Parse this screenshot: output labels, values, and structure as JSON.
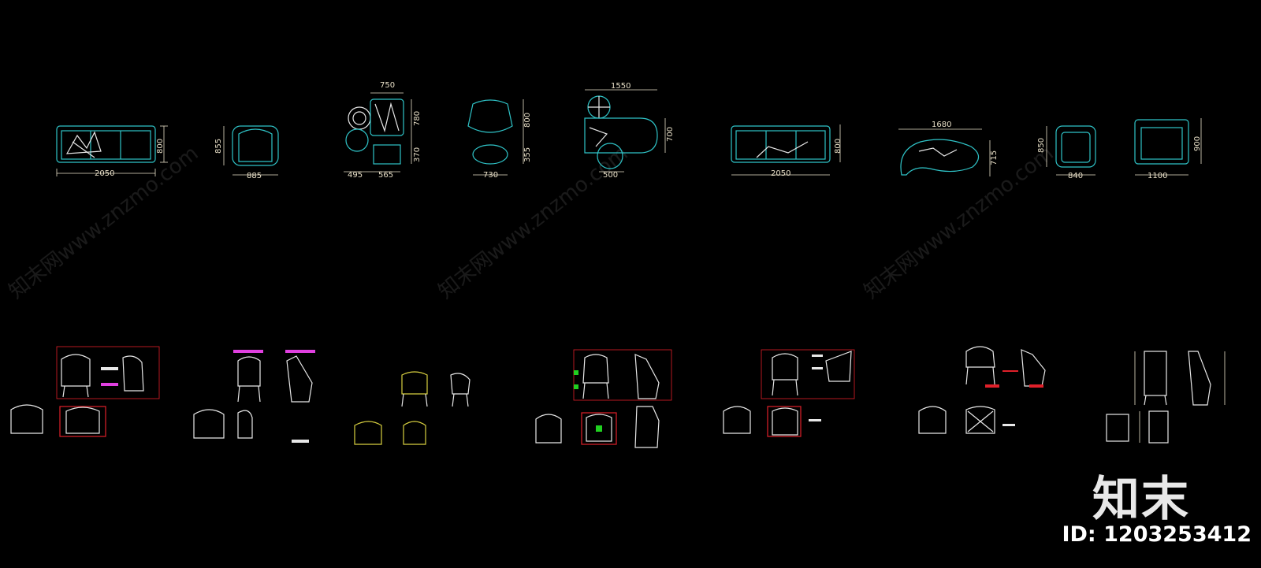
{
  "colors": {
    "background": "#000000",
    "cyan": "#2fc4c8",
    "dim": "#e9e0c8",
    "white": "#e8e8e8",
    "red": "#e0202a",
    "magenta": "#e040e0",
    "green": "#20d020",
    "yellow": "#d8d040"
  },
  "watermark_text": "知末网www.znzmo.com",
  "brand": {
    "logo_text": "知末",
    "id_label": "ID: 1203253412"
  },
  "dimensions": {
    "sofa1_width": "2050",
    "sofa1_depth": "800",
    "armchair_height": "855",
    "armchair_width": "885",
    "group3_top": "750",
    "group3_side1": "780",
    "group3_side2": "370",
    "group3_bottom1": "495",
    "group3_bottom2": "565",
    "group4_side1": "800",
    "group4_side2": "355",
    "group4_bottom": "730",
    "group5_top": "1550",
    "group5_side": "700",
    "group5_bottom": "500",
    "sofa2_width": "2050",
    "sofa2_depth": "800",
    "curved_sofa_top": "1680",
    "curved_sofa_side": "715",
    "chair9_side": "850",
    "chair9_bottom": "840",
    "chair10_side": "900",
    "chair10_bottom": "1100"
  }
}
